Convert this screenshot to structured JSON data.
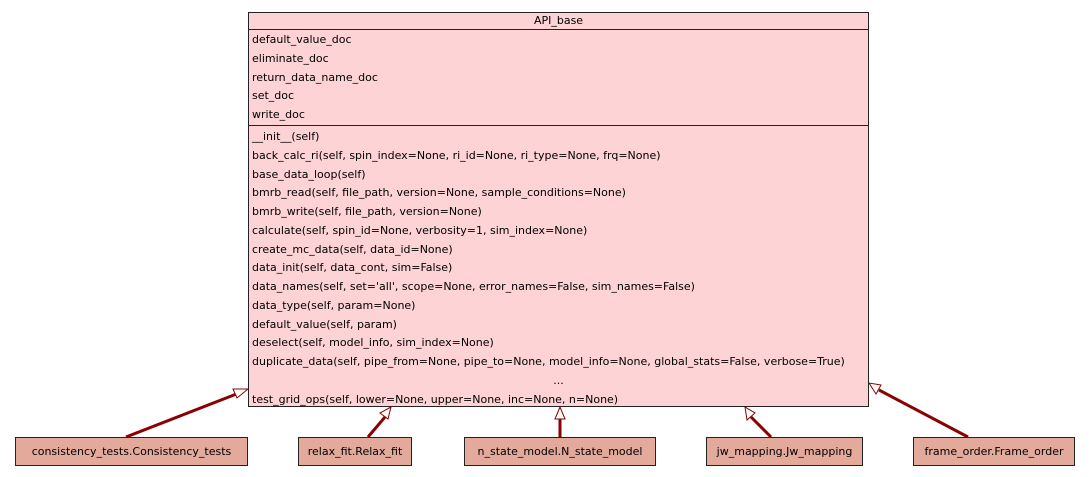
{
  "base_class": {
    "name": "API_base",
    "attributes": [
      "default_value_doc",
      "eliminate_doc",
      "return_data_name_doc",
      "set_doc",
      "write_doc"
    ],
    "methods": [
      "__init__(self)",
      "back_calc_ri(self, spin_index=None, ri_id=None, ri_type=None, frq=None)",
      "base_data_loop(self)",
      "bmrb_read(self, file_path, version=None, sample_conditions=None)",
      "bmrb_write(self, file_path, version=None)",
      "calculate(self, spin_id=None, verbosity=1, sim_index=None)",
      "create_mc_data(self, data_id=None)",
      "data_init(self, data_cont, sim=False)",
      "data_names(self, set='all', scope=None, error_names=False, sim_names=False)",
      "data_type(self, param=None)",
      "default_value(self, param)",
      "deselect(self, model_info, sim_index=None)",
      "duplicate_data(self, pipe_from=None, pipe_to=None, model_info=None, global_stats=False, verbose=True)"
    ],
    "ellipsis": "...",
    "last_method": "test_grid_ops(self, lower=None, upper=None, inc=None, n=None)"
  },
  "subclasses": [
    "consistency_tests.Consistency_tests",
    "relax_fit.Relax_fit",
    "n_state_model.N_state_model",
    "jw_mapping.Jw_mapping",
    "frame_order.Frame_order"
  ],
  "colors": {
    "base_fill": "#fdd3d5",
    "sub_fill": "#e3aa9c",
    "arrow": "#8b0000"
  }
}
